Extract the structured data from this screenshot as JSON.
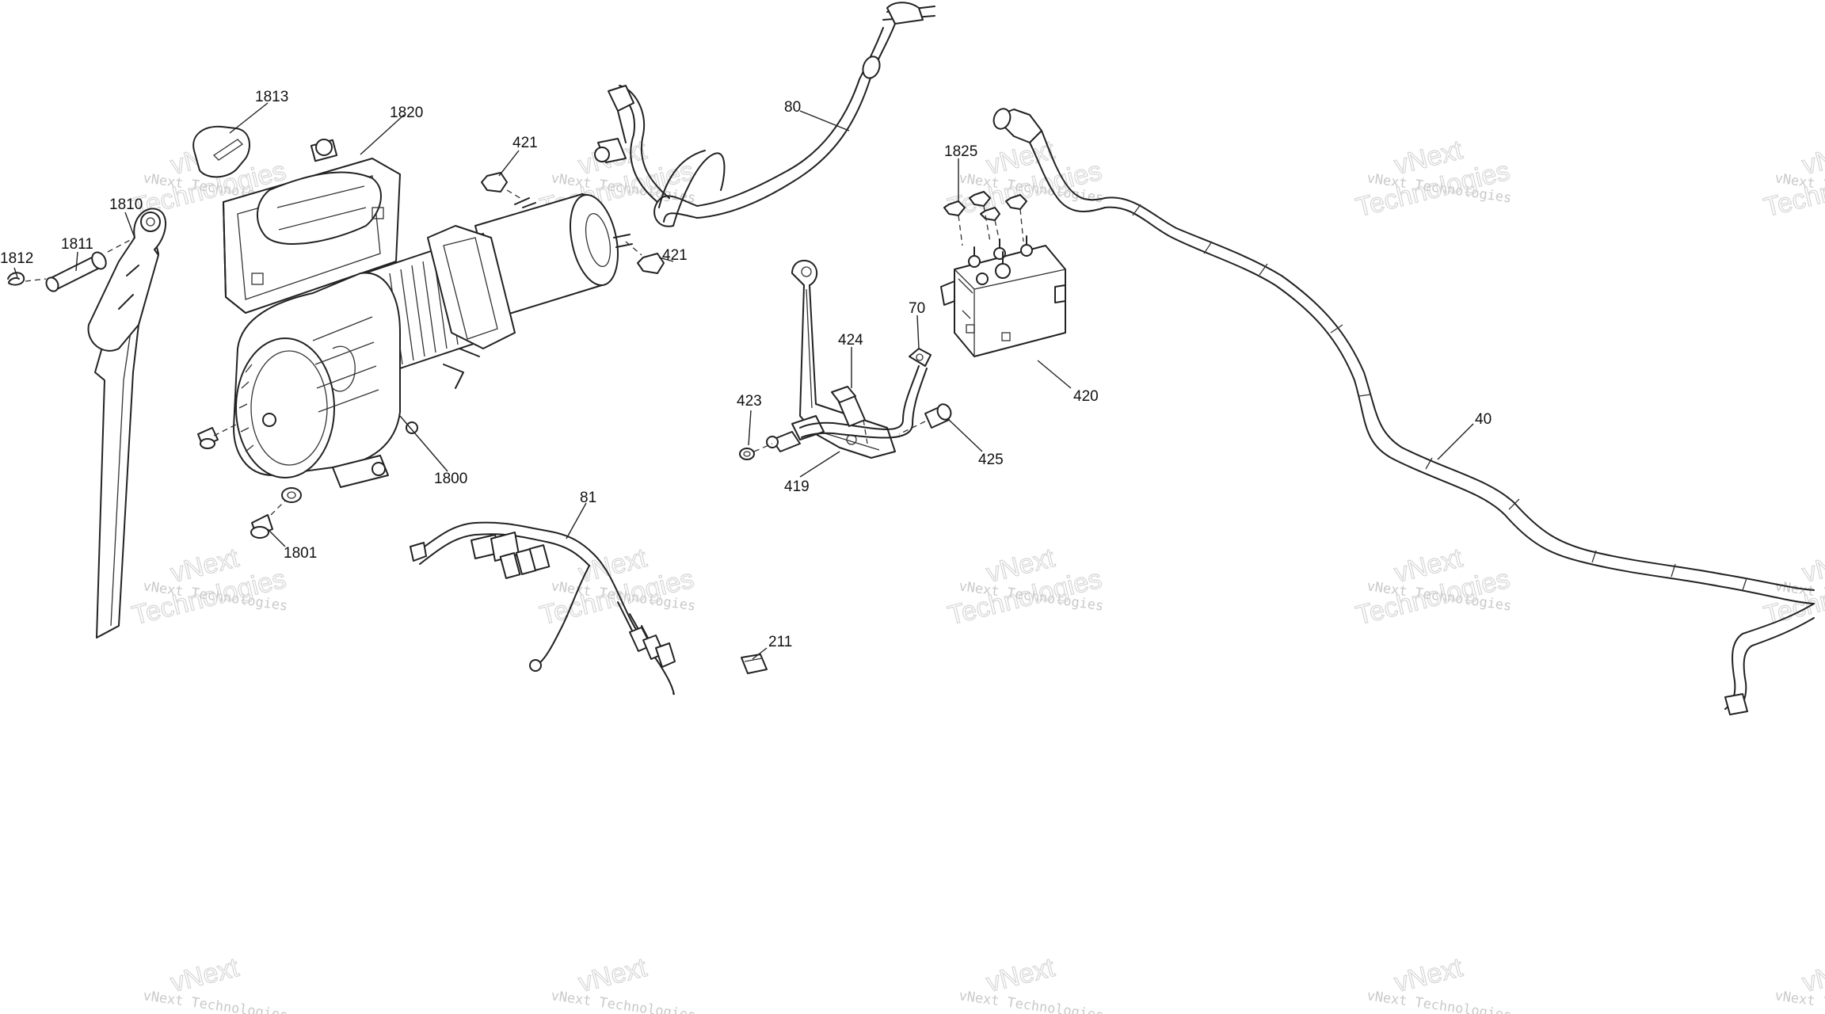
{
  "watermark": {
    "line1": "vNext Technologies",
    "line2": "Technologies",
    "line3": "vNext"
  },
  "callouts": {
    "p1813": "1813",
    "p1820": "1820",
    "p421a": "421",
    "p80": "80",
    "p1825": "1825",
    "p1810": "1810",
    "p1812": "1812",
    "p1811": "1811",
    "p421b": "421",
    "p70": "70",
    "p424": "424",
    "p420": "420",
    "p423": "423",
    "p40": "40",
    "p425": "425",
    "p419": "419",
    "p1800": "1800",
    "p1801": "1801",
    "p81": "81",
    "p211": "211"
  }
}
